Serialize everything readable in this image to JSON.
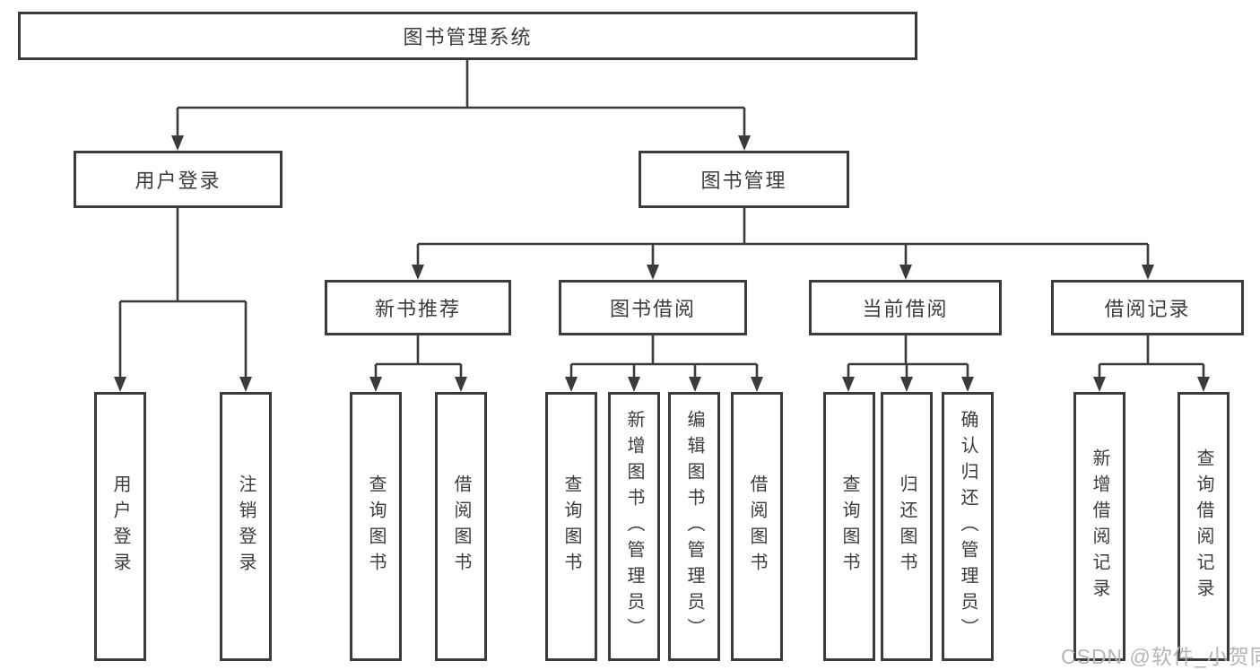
{
  "diagram": {
    "title_node": "图书管理系统",
    "level2": [
      "用户登录",
      "图书管理"
    ],
    "level3": [
      "新书推荐",
      "图书借阅",
      "当前借阅",
      "借阅记录"
    ],
    "leaves": {
      "login": [
        "用户登录",
        "注销登录"
      ],
      "newbook": [
        "查询图书",
        "借阅图书"
      ],
      "borrow": [
        "查询图书",
        "新增图书（管理员）",
        "编辑图书（管理员）",
        "借阅图书"
      ],
      "current": [
        "查询图书",
        "归还图书",
        "确认归还（管理员）"
      ],
      "records": [
        "新增借阅记录",
        "查询借阅记录"
      ]
    },
    "watermark": "CSDN @软件_小贺同学",
    "colors": {
      "line": "#3b3b3b",
      "text": "#3c3c3c",
      "watermark": "#b5b5b5",
      "background": "#ffffff"
    }
  }
}
